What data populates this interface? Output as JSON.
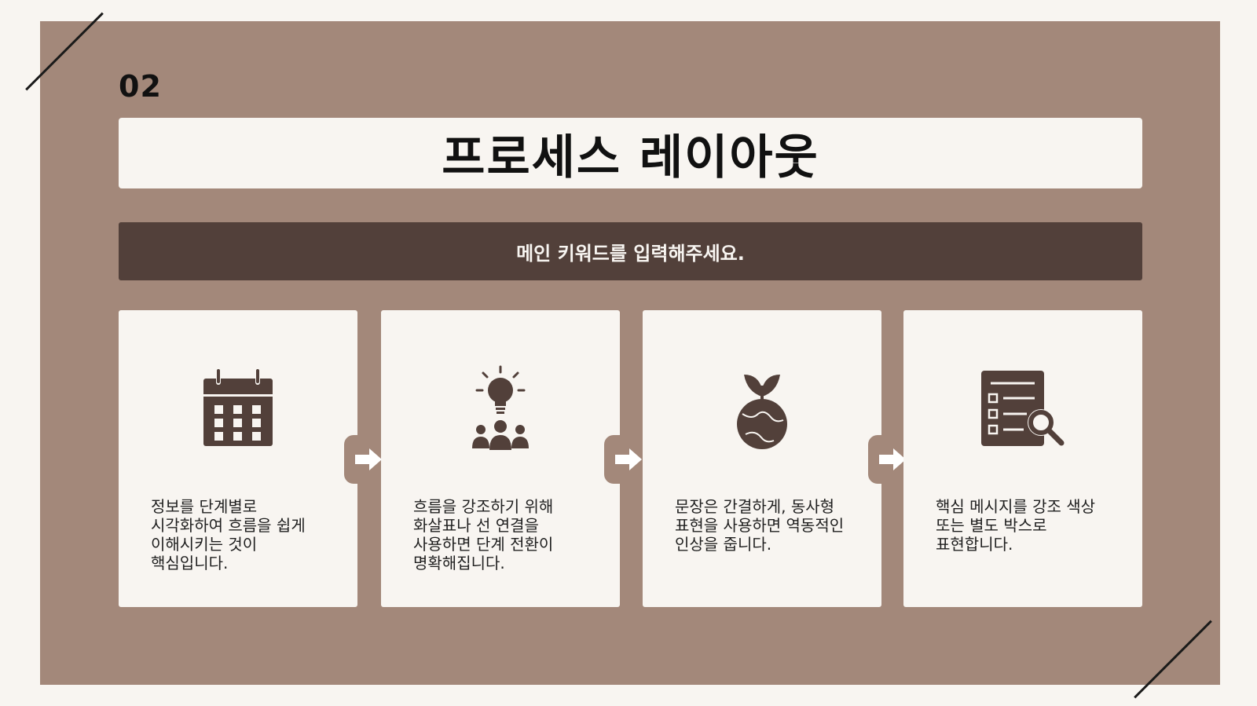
{
  "slide": {
    "page_number": "02",
    "title": "프로세스 레이아웃",
    "keyword": "메인 키워드를 입력해주세요."
  },
  "colors": {
    "background": "#f8f5f1",
    "panel": "#a3887a",
    "dark": "#52403a",
    "icon": "#52403a"
  },
  "steps": [
    {
      "icon": "calendar-icon",
      "text": "정보를 단계별로 시각화하여 흐름을 쉽게 이해시키는 것이 핵심입니다."
    },
    {
      "icon": "lightbulb-team-icon",
      "text": "흐름을 강조하기 위해 화살표나 선 연결을 사용하면 단계 전환이 명확해집니다."
    },
    {
      "icon": "sprout-globe-icon",
      "text": "문장은 간결하게, 동사형 표현을 사용하면 역동적인 인상을 줍니다."
    },
    {
      "icon": "checklist-search-icon",
      "text": "핵심 메시지를 강조 색상 또는 별도 박스로 표현합니다."
    }
  ],
  "connectors": [
    {
      "icon": "arrow-right-icon"
    },
    {
      "icon": "arrow-right-icon"
    },
    {
      "icon": "arrow-right-icon"
    }
  ]
}
